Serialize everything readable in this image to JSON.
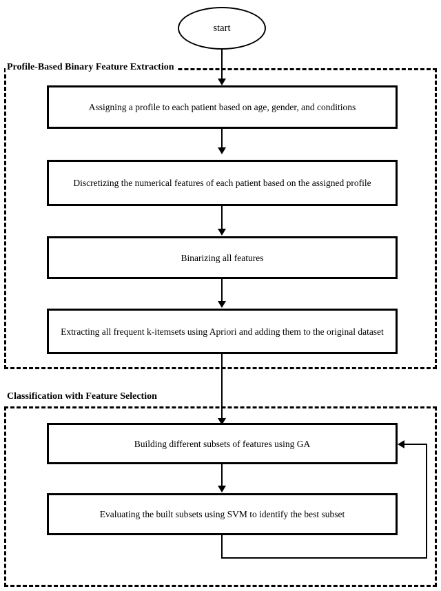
{
  "diagram": {
    "type": "flowchart",
    "start": {
      "label": "start"
    },
    "groups": [
      {
        "id": "group-feature-extraction",
        "title": "Profile-Based Binary Feature Extraction"
      },
      {
        "id": "group-classification",
        "title": "Classification with Feature Selection"
      }
    ],
    "steps": [
      {
        "id": "step-assign-profile",
        "label": "Assigning a profile to each patient based on age, gender, and conditions"
      },
      {
        "id": "step-discretize",
        "label": "Discretizing the numerical features of each patient based on the assigned profile"
      },
      {
        "id": "step-binarize",
        "label": "Binarizing all features"
      },
      {
        "id": "step-apriori",
        "label": "Extracting all frequent k-itemsets using Apriori and adding them to the original dataset"
      },
      {
        "id": "step-ga-subsets",
        "label": "Building different subsets of features using GA"
      },
      {
        "id": "step-svm-eval",
        "label": "Evaluating the built subsets using SVM to identify the best subset"
      }
    ],
    "connectors": [
      {
        "id": "arrow-start-to-assign",
        "kind": "down-arrow"
      },
      {
        "id": "arrow-assign-to-discretize",
        "kind": "down-arrow"
      },
      {
        "id": "arrow-discretize-to-binarize",
        "kind": "down-arrow"
      },
      {
        "id": "arrow-binarize-to-apriori",
        "kind": "down-arrow"
      },
      {
        "id": "arrow-apriori-to-ga",
        "kind": "down-arrow"
      },
      {
        "id": "arrow-ga-to-svm",
        "kind": "down-arrow"
      },
      {
        "id": "feedback-loop-svm-to-ga",
        "kind": "feedback-left-arrow"
      }
    ],
    "colors": {
      "stroke": "#000000",
      "background": "#ffffff"
    }
  }
}
